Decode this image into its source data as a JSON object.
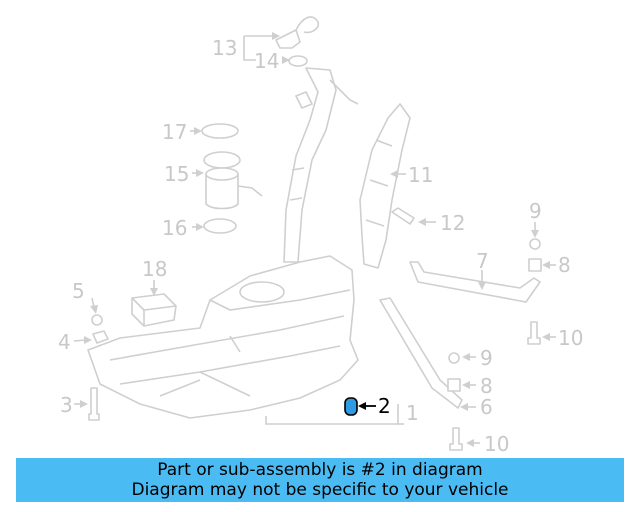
{
  "callouts": {
    "c1": "1",
    "c2": "2",
    "c3": "3",
    "c4": "4",
    "c5": "5",
    "c6": "6",
    "c7": "7",
    "c8a": "8",
    "c8b": "8",
    "c9a": "9",
    "c9b": "9",
    "c10a": "10",
    "c10b": "10",
    "c11": "11",
    "c12": "12",
    "c13": "13",
    "c14": "14",
    "c15": "15",
    "c16": "16",
    "c17": "17",
    "c18": "18"
  },
  "highlight": {
    "part": "2",
    "color": "#2f9be3"
  },
  "banner": {
    "line1": "Part or sub-assembly is #2 in diagram",
    "line2": "Diagram may not be specific to your vehicle",
    "color": "#4bbbf3"
  }
}
